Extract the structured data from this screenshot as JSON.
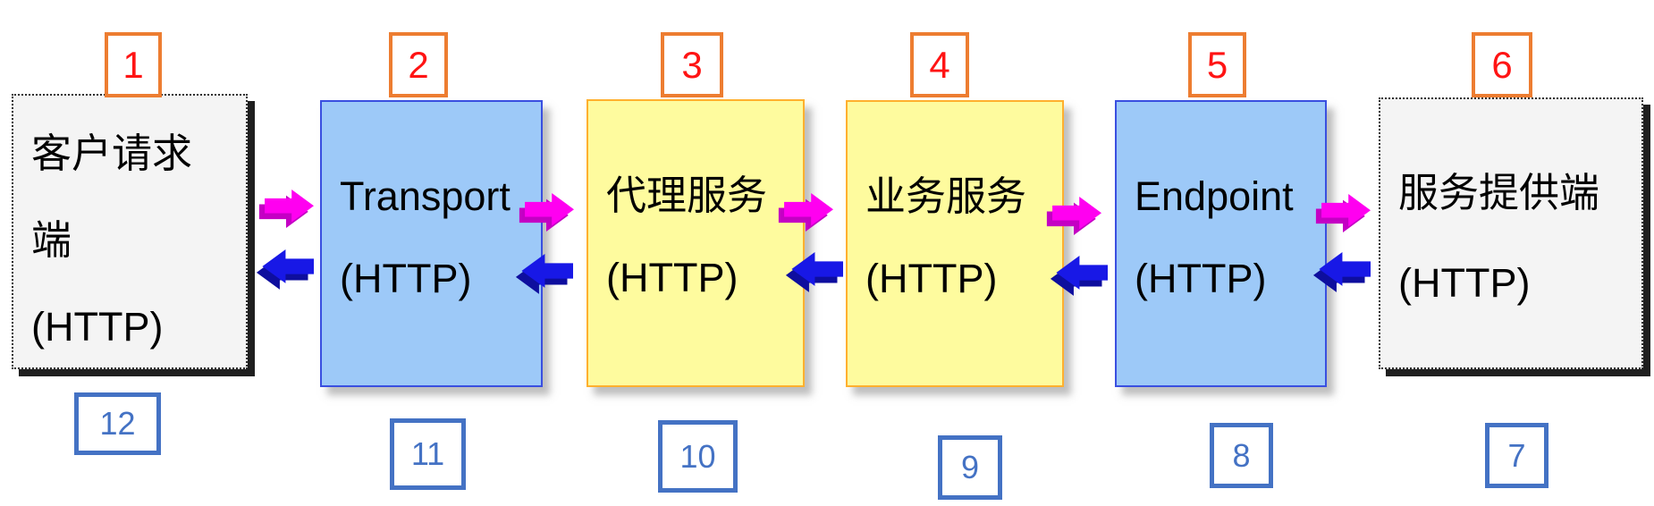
{
  "top_labels": [
    "1",
    "2",
    "3",
    "4",
    "5",
    "6"
  ],
  "bottom_labels": [
    "12",
    "11",
    "10",
    "9",
    "8",
    "7"
  ],
  "boxes": [
    {
      "lines": [
        "客户请求",
        "端",
        "(HTTP)"
      ]
    },
    {
      "lines": [
        "Transport",
        "(HTTP)"
      ]
    },
    {
      "lines": [
        "代理服务",
        "(HTTP)"
      ]
    },
    {
      "lines": [
        "业务服务",
        "(HTTP)"
      ]
    },
    {
      "lines": [
        "Endpoint",
        "(HTTP)"
      ]
    },
    {
      "lines": [
        "服务提供端",
        "(HTTP)"
      ]
    }
  ],
  "colors": {
    "top_label_border": "#ED7D31",
    "top_label_text": "#FF1414",
    "bottom_label_border": "#4472C4",
    "bottom_label_text": "#4472C4",
    "blue_fill": "#9DC9F8",
    "blue_border": "#3A4FE0",
    "yellow_fill": "#FEFB9E",
    "yellow_border": "#FFB02E",
    "gray_fill": "#F4F4F4",
    "gray_border": "#2E2E2E",
    "gray_shadow": "#1F1F1F",
    "fwd_main": "#FF00F0",
    "fwd_shadow": "#C400C4",
    "back_main": "#1818E6",
    "back_shadow": "#0E0E9E",
    "text": "#000000"
  }
}
